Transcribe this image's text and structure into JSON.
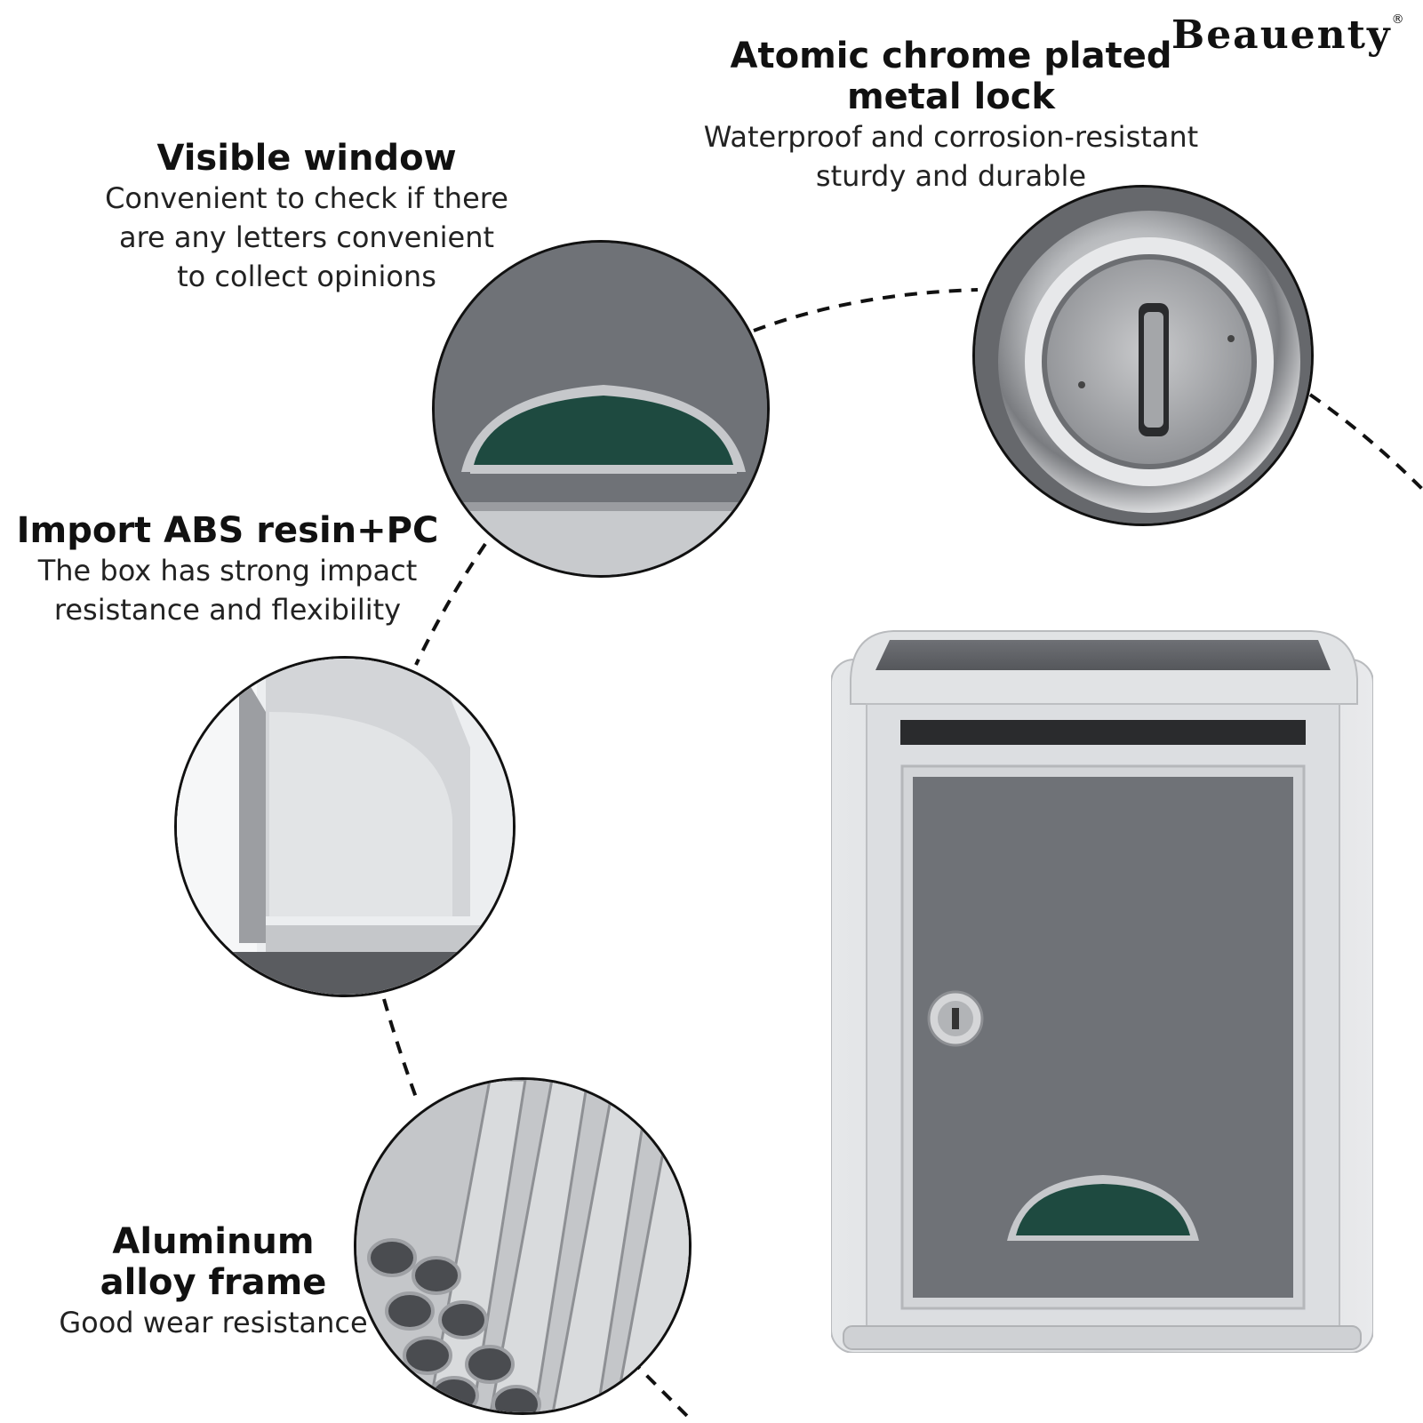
{
  "brand": {
    "name": "Beauenty",
    "mark": "®"
  },
  "features": {
    "lock": {
      "title_line1": "Atomic chrome plated",
      "title_line2": "metal lock",
      "desc_line1": "Waterproof and corrosion-resistant",
      "desc_line2": "sturdy and durable"
    },
    "window": {
      "title": "Visible window",
      "desc_line1": "Convenient to check if there",
      "desc_line2": "are any letters convenient",
      "desc_line3": "to collect opinions"
    },
    "material": {
      "title": "Import ABS resin+PC",
      "desc_line1": "The box has strong impact",
      "desc_line2": "resistance and flexibility"
    },
    "frame": {
      "title_line1": "Aluminum",
      "title_line2": "alloy frame",
      "desc_line1": "Good wear resistance"
    }
  },
  "icons": [
    "lock-cylinder-icon",
    "visible-window-icon",
    "corner-cap-icon",
    "aluminum-tubes-icon",
    "mailbox-product-icon"
  ],
  "colors": {
    "panel_gray": "#6f7277",
    "frame_silver": "#d8dadd",
    "window_green": "#1e4a40",
    "text": "#111111"
  }
}
